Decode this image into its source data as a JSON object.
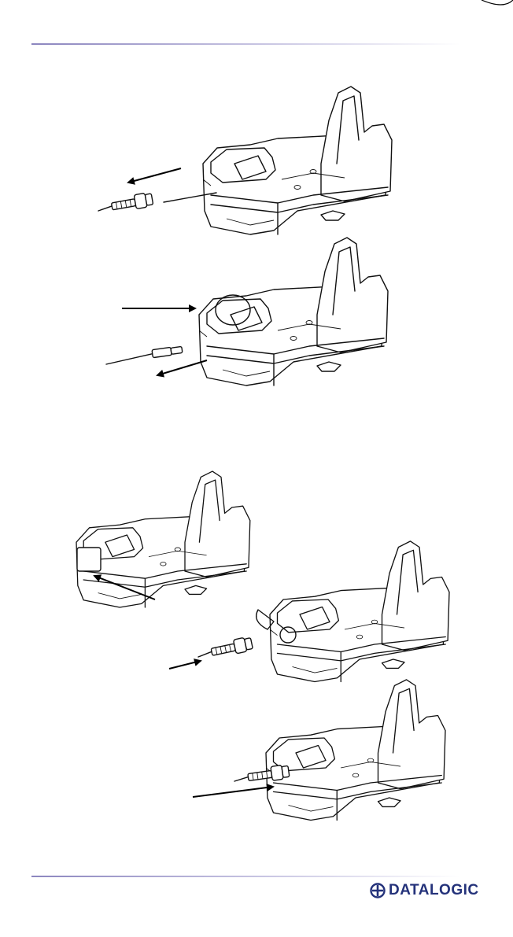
{
  "header": {
    "rule": "top-divider"
  },
  "footer": {
    "brand": "DATALOGIC",
    "brand_color": "#24327a"
  },
  "illustrations": [
    {
      "name": "cradle-cable-removal"
    },
    {
      "name": "cradle-cable-release"
    },
    {
      "name": "cradle-connector-cover"
    },
    {
      "name": "cradle-cable-insert"
    },
    {
      "name": "cradle-cable-inserted"
    }
  ]
}
